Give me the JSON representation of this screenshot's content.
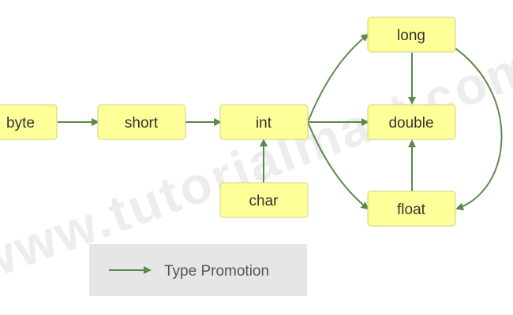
{
  "watermark": "www.tutorialmart.com",
  "nodes": {
    "byte": "byte",
    "short": "short",
    "int": "int",
    "char": "char",
    "long": "long",
    "double": "double",
    "float": "float"
  },
  "legend": {
    "label": "Type Promotion"
  },
  "colors": {
    "node_fill": "#ffff99",
    "arrow": "#5b8a4a",
    "legend_bg": "#e6e6e6"
  }
}
